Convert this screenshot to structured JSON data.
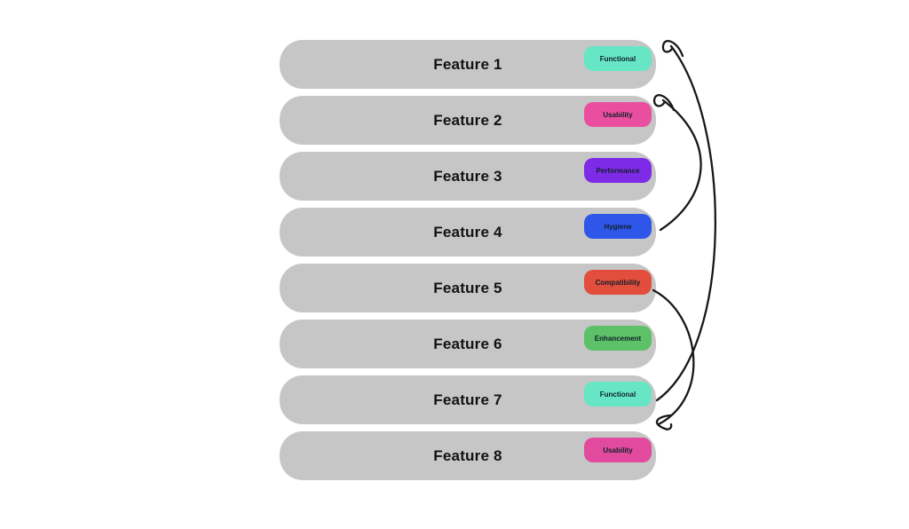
{
  "canvas": {
    "background": "#ffffff"
  },
  "colors": {
    "row_bg": "#c6c6c6",
    "label_text": "#121212",
    "tag_text": "#10202a",
    "arrow": "#181818"
  },
  "features": [
    {
      "label": "Feature 1",
      "tag": "Functional",
      "tag_color": "#66e6c4"
    },
    {
      "label": "Feature 2",
      "tag": "Usability",
      "tag_color": "#ea4f9f"
    },
    {
      "label": "Feature 3",
      "tag": "Performance",
      "tag_color": "#7e2be8"
    },
    {
      "label": "Feature 4",
      "tag": "Hygiene",
      "tag_color": "#2e56e9"
    },
    {
      "label": "Feature 5",
      "tag": "Compatibility",
      "tag_color": "#e24d3c"
    },
    {
      "label": "Feature 6",
      "tag": "Enhancement",
      "tag_color": "#5dc168"
    },
    {
      "label": "Feature 7",
      "tag": "Functional",
      "tag_color": "#66e6c4"
    },
    {
      "label": "Feature 8",
      "tag": "Usability",
      "tag_color": "#e24b9d"
    }
  ],
  "arrows": [
    {
      "from": "Feature 4",
      "to": "Feature 2"
    },
    {
      "from": "Feature 7",
      "to": "Feature 1"
    },
    {
      "from": "Feature 5",
      "to": "Feature 8"
    }
  ]
}
